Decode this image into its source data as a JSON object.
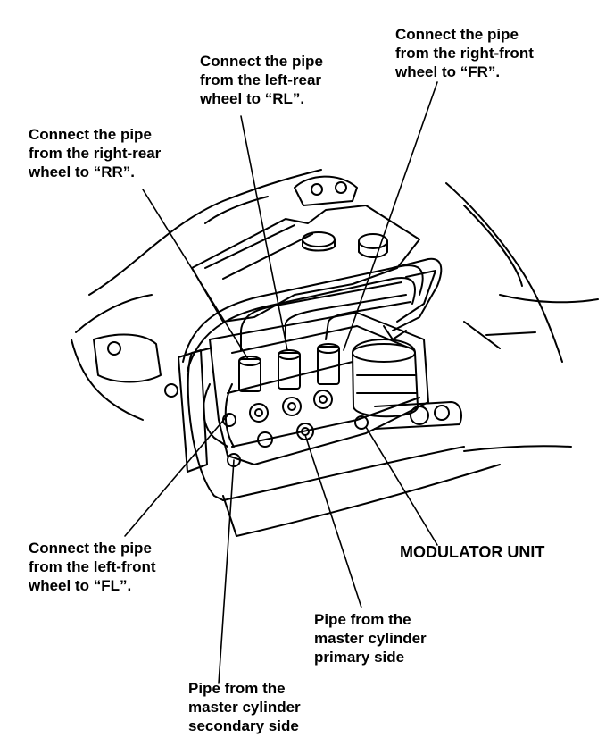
{
  "colors": {
    "ink": "#000000",
    "paper": "#ffffff"
  },
  "callouts": {
    "fr": {
      "lines": [
        "Connect the pipe",
        "from the right-front",
        "wheel to “FR”."
      ]
    },
    "rl": {
      "lines": [
        "Connect the pipe",
        "from the left-rear",
        "wheel to “RL”."
      ]
    },
    "rr": {
      "lines": [
        "Connect the pipe",
        "from the right-rear",
        "wheel to “RR”."
      ]
    },
    "fl": {
      "lines": [
        "Connect the pipe",
        "from the left-front",
        "wheel to “FL”."
      ]
    },
    "modulator": {
      "lines": [
        "MODULATOR UNIT"
      ]
    },
    "primary": {
      "lines": [
        "Pipe from the",
        "master cylinder",
        "primary side"
      ]
    },
    "secondary": {
      "lines": [
        "Pipe from the",
        "master cylinder",
        "secondary side"
      ]
    }
  }
}
